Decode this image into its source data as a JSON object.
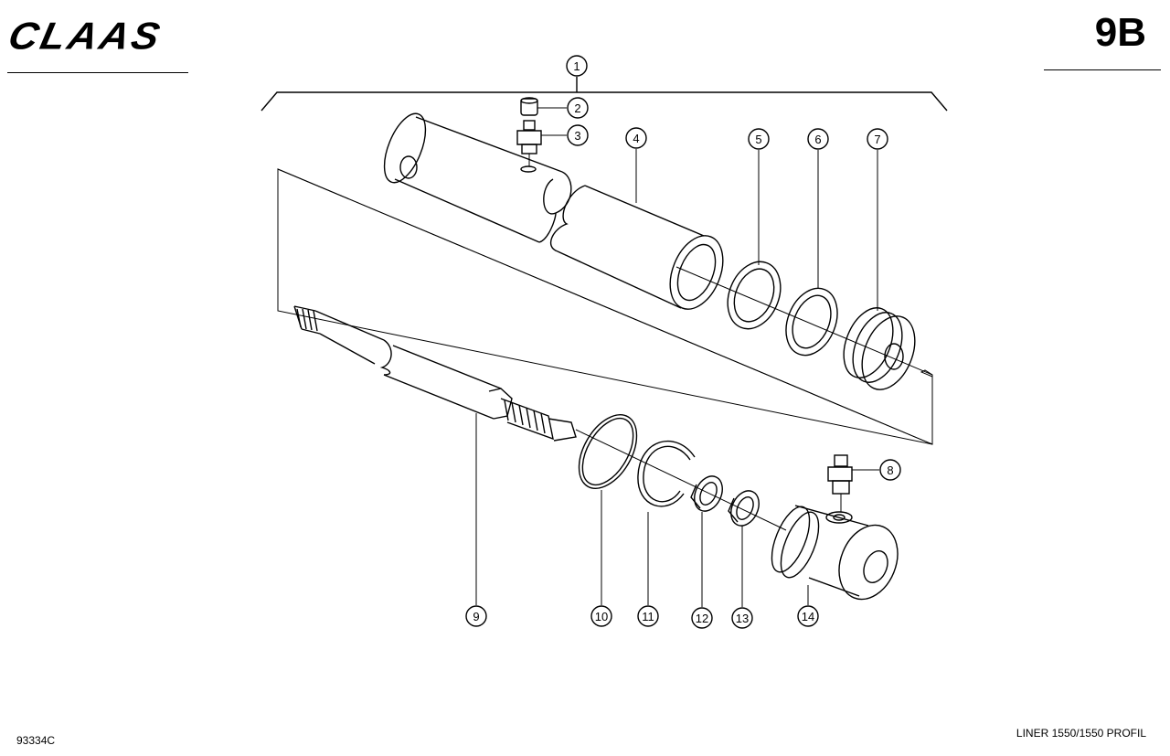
{
  "header": {
    "logo_text": "CLAAS",
    "page_code": "9B"
  },
  "footer": {
    "doc_number": "93334C",
    "model": "LINER 1550/1550 PROFIL"
  },
  "callouts": [
    {
      "id": "c1",
      "label": "1"
    },
    {
      "id": "c2",
      "label": "2"
    },
    {
      "id": "c3",
      "label": "3"
    },
    {
      "id": "c4",
      "label": "4"
    },
    {
      "id": "c5",
      "label": "5"
    },
    {
      "id": "c6",
      "label": "6"
    },
    {
      "id": "c7",
      "label": "7"
    },
    {
      "id": "c8",
      "label": "8"
    },
    {
      "id": "c9",
      "label": "9"
    },
    {
      "id": "c10",
      "label": "10"
    },
    {
      "id": "c11",
      "label": "11"
    },
    {
      "id": "c12",
      "label": "12"
    },
    {
      "id": "c13",
      "label": "13"
    },
    {
      "id": "c14",
      "label": "14"
    }
  ]
}
